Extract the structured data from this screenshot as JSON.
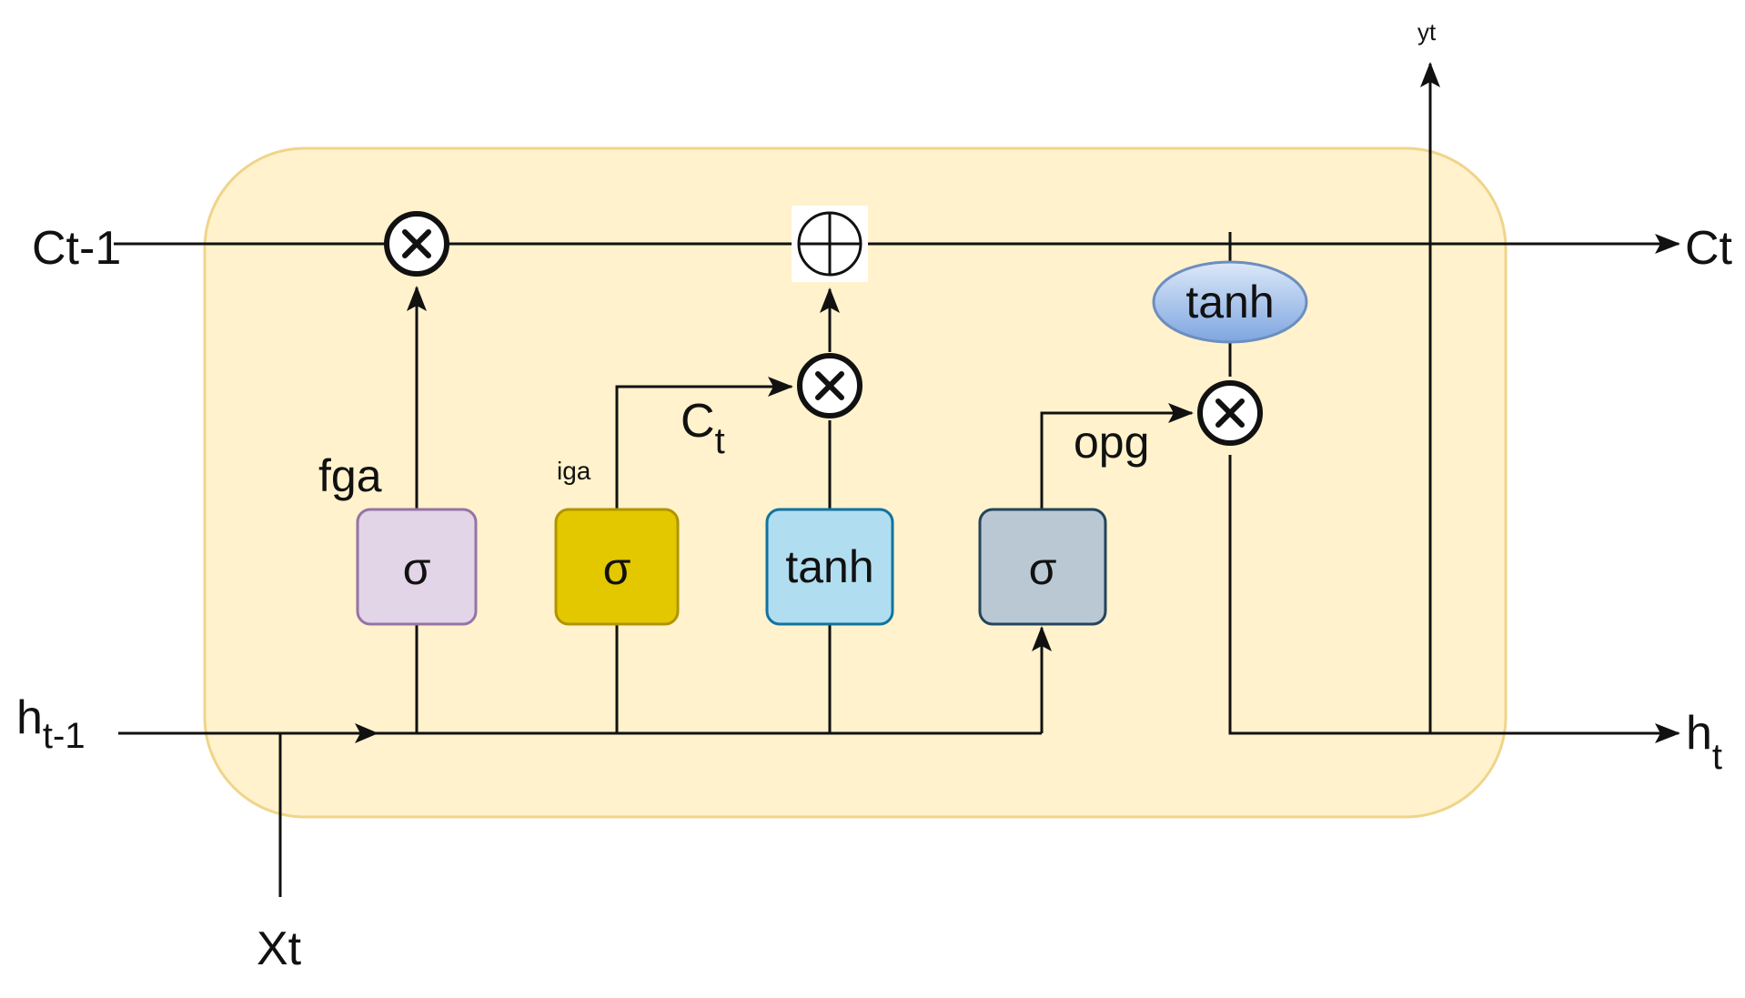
{
  "labels": {
    "c_prev": "Ct-1",
    "c_next": "Ct",
    "h_prev_main": "h",
    "h_prev_sub": "t-1",
    "h_next_main": "h",
    "h_next_sub": "t",
    "x_input": "Xt",
    "y_output": "yt",
    "forget_gate": "fga",
    "input_gate": "iga",
    "output_gate": "opg",
    "candidate_main": "C",
    "candidate_sub": "t"
  },
  "gates": [
    {
      "id": "forget",
      "symbol": "σ",
      "fill": "#E1D5E7",
      "stroke": "#9673A6"
    },
    {
      "id": "input",
      "symbol": "σ",
      "fill": "#E3C800",
      "stroke": "#B09500"
    },
    {
      "id": "candidate",
      "symbol": "tanh",
      "fill": "#B1DDF0",
      "stroke": "#10739E"
    },
    {
      "id": "output",
      "symbol": "σ",
      "fill": "#BAC8D3",
      "stroke": "#23445D"
    }
  ],
  "cell_tanh": {
    "symbol": "tanh",
    "fill": "#7EA6E0",
    "stroke": "#6C8EBF"
  },
  "cell_background": {
    "fill": "#FFF2CC",
    "stroke": "#D6B656"
  }
}
